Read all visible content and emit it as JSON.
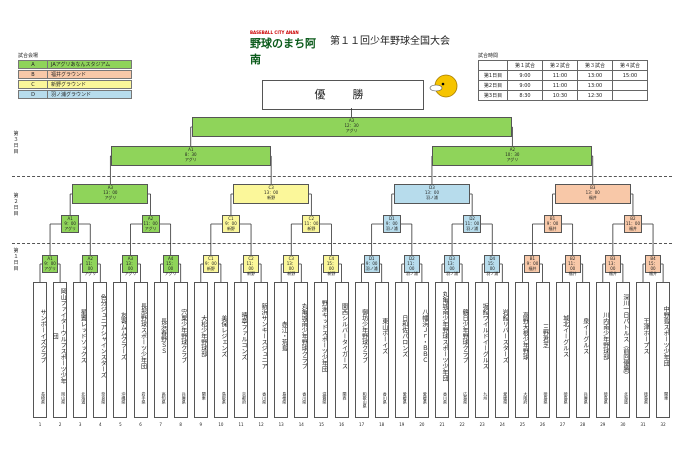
{
  "header": {
    "logo": "野球のまち阿南",
    "logo_sub": "BASEBALL CITY ANAN",
    "title": "第１１回少年野球全国大会"
  },
  "legend": {
    "title": "試合会場",
    "rows": [
      {
        "key": "A",
        "label": "JAアグリあなんスタジアム",
        "color": "#8fd45a"
      },
      {
        "key": "B",
        "label": "福井グラウンド",
        "color": "#f8c8a8"
      },
      {
        "key": "C",
        "label": "新野グラウンド",
        "color": "#fbf79a"
      },
      {
        "key": "D",
        "label": "羽ノ浦グラウンド",
        "color": "#b7dcec"
      }
    ]
  },
  "schedule": {
    "title": "試合時間",
    "header": [
      "",
      "第１試合",
      "第２試合",
      "第３試合",
      "第４試合"
    ],
    "rows": [
      [
        "第1日目",
        "9:00",
        "11:00",
        "13:00",
        "15:00"
      ],
      [
        "第2日目",
        "9:00",
        "11:00",
        "13:00",
        ""
      ],
      [
        "第3日目",
        "8:30",
        "10:30",
        "12:30",
        ""
      ]
    ]
  },
  "champion": "優　勝",
  "days": {
    "d3": "第３日目",
    "d2": "第２日目",
    "d1": "第１日目"
  },
  "final": {
    "id": "A3",
    "time": "12：30",
    "venue": "アグリ"
  },
  "semis": [
    {
      "id": "A1",
      "time": "8：30",
      "venue": "アグリ"
    },
    {
      "id": "A2",
      "time": "10：30",
      "venue": "アグリ"
    }
  ],
  "qf": [
    {
      "id": "A3",
      "time": "13：00",
      "venue": "アグリ"
    },
    {
      "id": "C3",
      "time": "13：00",
      "venue": "新野"
    },
    {
      "id": "D3",
      "time": "13：00",
      "venue": "羽ノ浦"
    },
    {
      "id": "B3",
      "time": "13：00",
      "venue": "福井"
    }
  ],
  "r16": [
    {
      "id": "A1",
      "time": "9：00",
      "venue": "アグリ"
    },
    {
      "id": "A2",
      "time": "11：00",
      "venue": "アグリ"
    },
    {
      "id": "C1",
      "time": "9：00",
      "venue": "新野"
    },
    {
      "id": "C2",
      "time": "11：00",
      "venue": "新野"
    },
    {
      "id": "D1",
      "time": "9：00",
      "venue": "羽ノ浦"
    },
    {
      "id": "D2",
      "time": "11：00",
      "venue": "羽ノ浦"
    },
    {
      "id": "B1",
      "time": "9：00",
      "venue": "福井"
    },
    {
      "id": "B2",
      "time": "11：00",
      "venue": "福井"
    }
  ],
  "r32": [
    {
      "id": "A1",
      "time": "9：00",
      "venue": "アグリ"
    },
    {
      "id": "A2",
      "time": "11：00",
      "venue": "アグリ"
    },
    {
      "id": "A3",
      "time": "13：00",
      "venue": "アグリ"
    },
    {
      "id": "A4",
      "time": "15：00",
      "venue": "アグリ"
    },
    {
      "id": "C1",
      "time": "9：00",
      "venue": "新野"
    },
    {
      "id": "C2",
      "time": "11：00",
      "venue": "新野"
    },
    {
      "id": "C3",
      "time": "13：00",
      "venue": "新野"
    },
    {
      "id": "C4",
      "time": "15：00",
      "venue": "新野"
    },
    {
      "id": "D1",
      "time": "9：00",
      "venue": "羽ノ浦"
    },
    {
      "id": "D2",
      "time": "11：00",
      "venue": "羽ノ浦"
    },
    {
      "id": "D3",
      "time": "13：00",
      "venue": "羽ノ浦"
    },
    {
      "id": "D4",
      "time": "15：00",
      "venue": "羽ノ浦"
    },
    {
      "id": "B1",
      "time": "9：00",
      "venue": "福井"
    },
    {
      "id": "B2",
      "time": "11：00",
      "venue": "福井"
    },
    {
      "id": "B3",
      "time": "13：00",
      "venue": "福井"
    },
    {
      "id": "B4",
      "time": "15：00",
      "venue": "福井"
    }
  ],
  "teams": [
    {
      "name": "サンボーイズクラブ",
      "pref": "長崎県"
    },
    {
      "name": "岡山ファイターウルフスポーツ少年団",
      "pref": "岡山県"
    },
    {
      "name": "星置レッドソックス",
      "pref": "北海道"
    },
    {
      "name": "色分ジュニアシャインスターズ",
      "pref": "奈良県"
    },
    {
      "name": "友寄ムムクラーズ",
      "pref": "沖縄県"
    },
    {
      "name": "長部野球スポーツ少年団",
      "pref": "岩手県"
    },
    {
      "name": "長浜春野ＳＳ",
      "pref": "高知県"
    },
    {
      "name": "宍粟少年野球クラブ",
      "pref": "兵庫県"
    },
    {
      "name": "大松少年野球部",
      "pref": "関東"
    },
    {
      "name": "美保レジェンズ",
      "pref": "鳥取県"
    },
    {
      "name": "晴章ファルコンズ",
      "pref": "京都府"
    },
    {
      "name": "新浜サンキースジュニア",
      "pref": "香川県"
    },
    {
      "name": "赤江・荒島",
      "pref": "島根県"
    },
    {
      "name": "丸亀城南少年野球クラブ",
      "pref": "香川県"
    },
    {
      "name": "野洲キッドスポーツ少年団",
      "pref": "滋賀県"
    },
    {
      "name": "関西シルバータイガース",
      "pref": "関西"
    },
    {
      "name": "御坊少年野球クラブ",
      "pref": "和歌山県"
    },
    {
      "name": "東山ボーイズ",
      "pref": "香川県"
    },
    {
      "name": "日和佐パロンズ",
      "pref": "愛媛県"
    },
    {
      "name": "八幡浜Ｊｒ・ＢＢＣ",
      "pref": "愛媛県"
    },
    {
      "name": "丸亀城南少年野球スポーツ少年団",
      "pref": "香川県"
    },
    {
      "name": "鶴日少年野球クラブ",
      "pref": "広島県"
    },
    {
      "name": "坂館ワイルドイーグルス",
      "pref": "九州"
    },
    {
      "name": "岩館リバースターズ",
      "pref": "愛媛県"
    },
    {
      "name": "高野大根少年野球",
      "pref": "大阪府"
    },
    {
      "name": "三野君芝",
      "pref": "徳島県"
    },
    {
      "name": "城北イーグルス",
      "pref": "徳島県"
    },
    {
      "name": "泉イーグルス",
      "pref": "兵庫県"
    },
    {
      "name": "川内南少年野球部",
      "pref": "徳島県"
    },
    {
      "name": "深川一日パトルス（前回優勝）",
      "pref": "北海道"
    },
    {
      "name": "王津ホープス",
      "pref": "徳島県"
    },
    {
      "name": "中野島スポーツ少年団",
      "pref": "関東"
    }
  ]
}
